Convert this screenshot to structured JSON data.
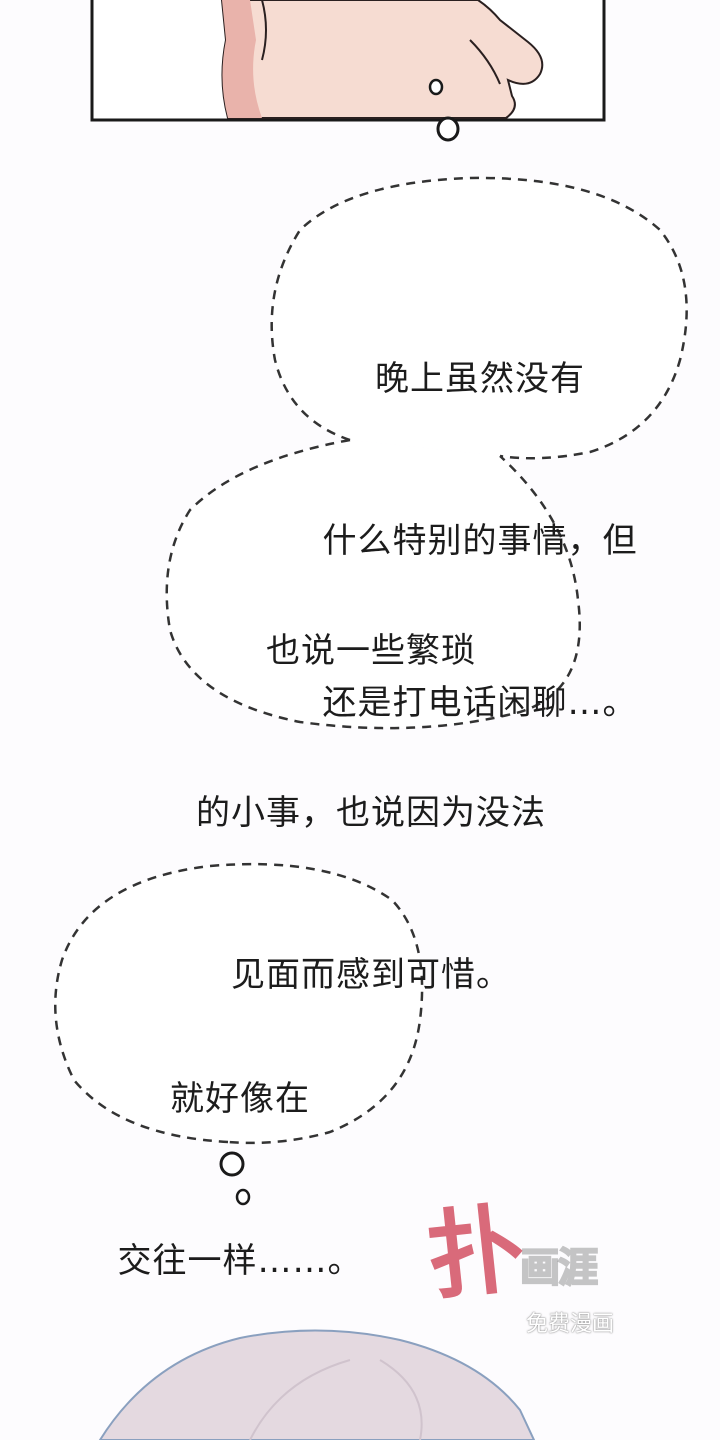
{
  "bubbles": [
    {
      "lines": [
        "晚上虽然没有",
        "什么特别的事情，但",
        "还是打电话闲聊…。"
      ]
    },
    {
      "lines": [
        "也说一些繁琐",
        "的小事，也说因为没法",
        "见面而感到可惜。"
      ]
    },
    {
      "lines": [
        "就好像在",
        "交往一样……。"
      ]
    }
  ],
  "sfx": "扑",
  "watermark": {
    "logo": "画涯",
    "sub": "免费漫画"
  },
  "colors": {
    "background": "#fdfcfe",
    "skin": "#f6dcd2",
    "skin_shadow": "#e9b3ab",
    "hair": "#e4d9e0",
    "hair_outline": "#8aa0bf",
    "sfx": "#d96a7a",
    "outline": "#1a1a1a"
  }
}
